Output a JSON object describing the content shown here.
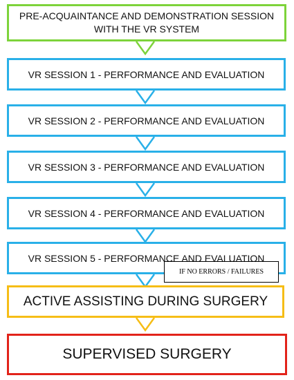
{
  "flow": {
    "step0": "PRE-ACQUAINTANCE AND DEMONSTRATION SESSION WITH THE VR SYSTEM",
    "step1": "VR SESSION 1 - PERFORMANCE AND EVALUATION",
    "step2": "VR SESSION 2 - PERFORMANCE AND EVALUATION",
    "step3": "VR SESSION 3 - PERFORMANCE AND EVALUATION",
    "step4": "VR SESSION 4 - PERFORMANCE AND EVALUATION",
    "step5": "VR SESSION 5 - PERFORMANCE AND EVALUATION",
    "step6": "ACTIVE ASSISTING DURING SURGERY",
    "step7": "SUPERVISED SURGERY",
    "condition": "IF NO ERRORS / FAILURES"
  },
  "colors": {
    "green": "#7dd33a",
    "blue": "#29b0e8",
    "yellow": "#f6bd16",
    "red": "#e2231a"
  }
}
